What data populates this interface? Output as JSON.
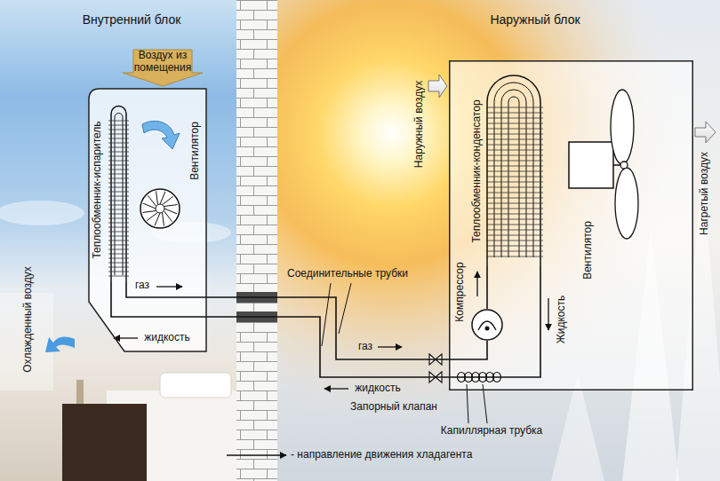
{
  "diagram": {
    "nodes": [
      {
        "text": [
          "Внутренний блок"
        ]
      },
      {
        "text": [
          "Теплообменник-испаритель"
        ],
        "in": 0
      },
      {
        "text": [
          "Вентилятор"
        ],
        "in": 0
      },
      {
        "text": [
          "Наружный блок"
        ]
      },
      {
        "text": [
          "Теплообменник-конденсатор"
        ],
        "in": 3
      },
      {
        "text": [
          "Компрессор"
        ],
        "in": 3
      },
      {
        "text": [
          "Вентилятор"
        ],
        "in": 3
      }
    ],
    "edges": [
      {
        "from": 1,
        "to": 5,
        "arrow": "none"
      },
      {
        "from": 5,
        "to": 4,
        "arrow": "none"
      },
      {
        "from": 4,
        "to": 1,
        "arrow": "none"
      }
    ],
    "labels": [
      "Воздух из помещения",
      "газ",
      "жидкость",
      "Охлажденный воздух",
      "Соединительные трубки",
      "газ",
      "жидкость",
      "Запорный клапан",
      "Капиллярная трубка",
      "Наружный воздух",
      "Жидкость",
      "Нагретый воздух"
    ],
    "legend": [
      {
        "text": "- направление движения хладагента"
      }
    ]
  }
}
